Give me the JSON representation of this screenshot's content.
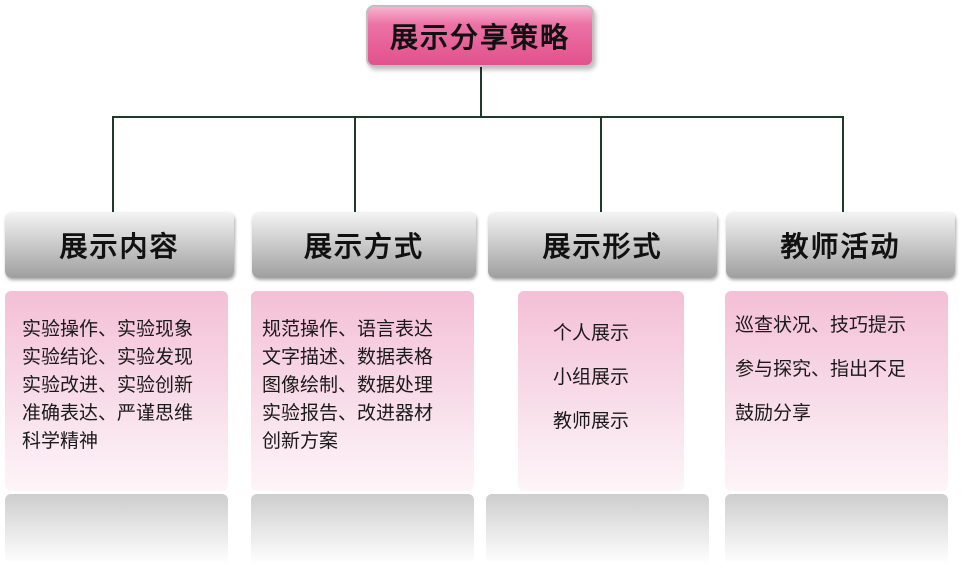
{
  "root": {
    "label": "展示分享策略"
  },
  "branches": [
    {
      "title": "展示内容",
      "items": [
        "实验操作、实验现象",
        "实验结论、实验发现",
        "实验改进、实验创新",
        "准确表达、严谨思维",
        "科学精神"
      ]
    },
    {
      "title": "展示方式",
      "items": [
        "规范操作、语言表达",
        "文字描述、数据表格",
        "图像绘制、数据处理",
        "实验报告、改进器材",
        "创新方案"
      ]
    },
    {
      "title": "展示形式",
      "items": [
        "个人展示",
        "小组展示",
        "教师展示"
      ]
    },
    {
      "title": "教师活动",
      "items": [
        "巡查状况、技巧提示",
        "参与探究、指出不足",
        "鼓励分享"
      ]
    }
  ],
  "colors": {
    "root_fill": "#e2518d",
    "header_fill": "#bdbdbd",
    "card_fill": "#f4bfd6",
    "connector": "#1f3a2a"
  }
}
